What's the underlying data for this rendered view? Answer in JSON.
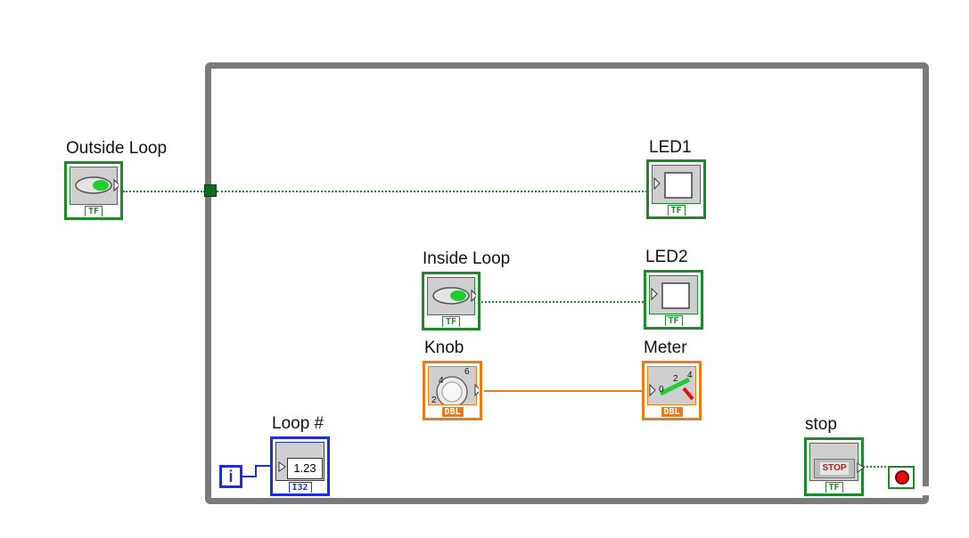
{
  "labels": {
    "outside_loop": "Outside Loop",
    "led1": "LED1",
    "inside_loop": "Inside Loop",
    "led2": "LED2",
    "knob": "Knob",
    "meter": "Meter",
    "loop_count": "Loop #",
    "stop": "stop"
  },
  "terminal_tags": {
    "boolean": "TF",
    "double": "DBL",
    "integer": "I32"
  },
  "iteration_terminal": "i",
  "numeric_display": "1.23",
  "stop_button_text": "STOP",
  "knob_scale": [
    "2",
    "4",
    "6"
  ],
  "meter_scale": [
    "0",
    "2",
    "4"
  ],
  "colors": {
    "loop_border": "#7a7a7a",
    "boolean_wire": "#1c8a2a",
    "double_wire": "#ee7a14",
    "integer_wire": "#1f2fd6",
    "led_indicator": "#22cc33",
    "stop_condition": "#e01010"
  },
  "icons": {
    "boolean_control": "toggle-switch-icon",
    "boolean_indicator": "led-square-icon",
    "knob": "knob-dial-icon",
    "meter": "meter-gauge-icon",
    "stop_button": "stop-button-icon",
    "conditional_terminal": "stop-if-true-icon",
    "iteration_terminal": "iteration-i-icon"
  }
}
